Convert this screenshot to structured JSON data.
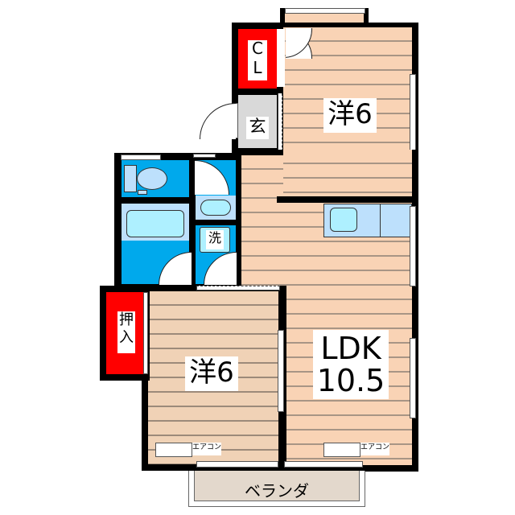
{
  "floorplan": {
    "rooms": [
      {
        "id": "western-room-north",
        "label": "洋6",
        "type": "western-style room",
        "size_jo": 6
      },
      {
        "id": "western-room-south",
        "label": "洋6",
        "type": "western-style room",
        "size_jo": 6
      },
      {
        "id": "ldk",
        "label_line1": "LDK",
        "label_line2": "10.5",
        "type": "living dining kitchen",
        "size_jo": 10.5
      },
      {
        "id": "closet",
        "label_line1": "C",
        "label_line2": "L",
        "type": "closet"
      },
      {
        "id": "entrance",
        "label": "玄",
        "type": "entrance"
      },
      {
        "id": "washroom",
        "label": "洗",
        "type": "washing machine area"
      },
      {
        "id": "oshiire",
        "label_line1": "押",
        "label_line2": "入",
        "type": "storage closet"
      },
      {
        "id": "veranda",
        "label": "ベランダ",
        "type": "balcony"
      }
    ],
    "fixtures": {
      "ac_label_left": "エアコン",
      "ac_label_right": "エアコン"
    },
    "colors": {
      "wall": "#000000",
      "wood_floor": "#f9d3b5",
      "closet_red": "#ff0000",
      "wet_area_blue": "#00a9ec",
      "fixture_light_blue": "#bde0fc",
      "fixture_cyan": "#aef0ff",
      "entrance_gray": "#d9d9d9",
      "veranda_beige": "#e3d8cc"
    }
  }
}
